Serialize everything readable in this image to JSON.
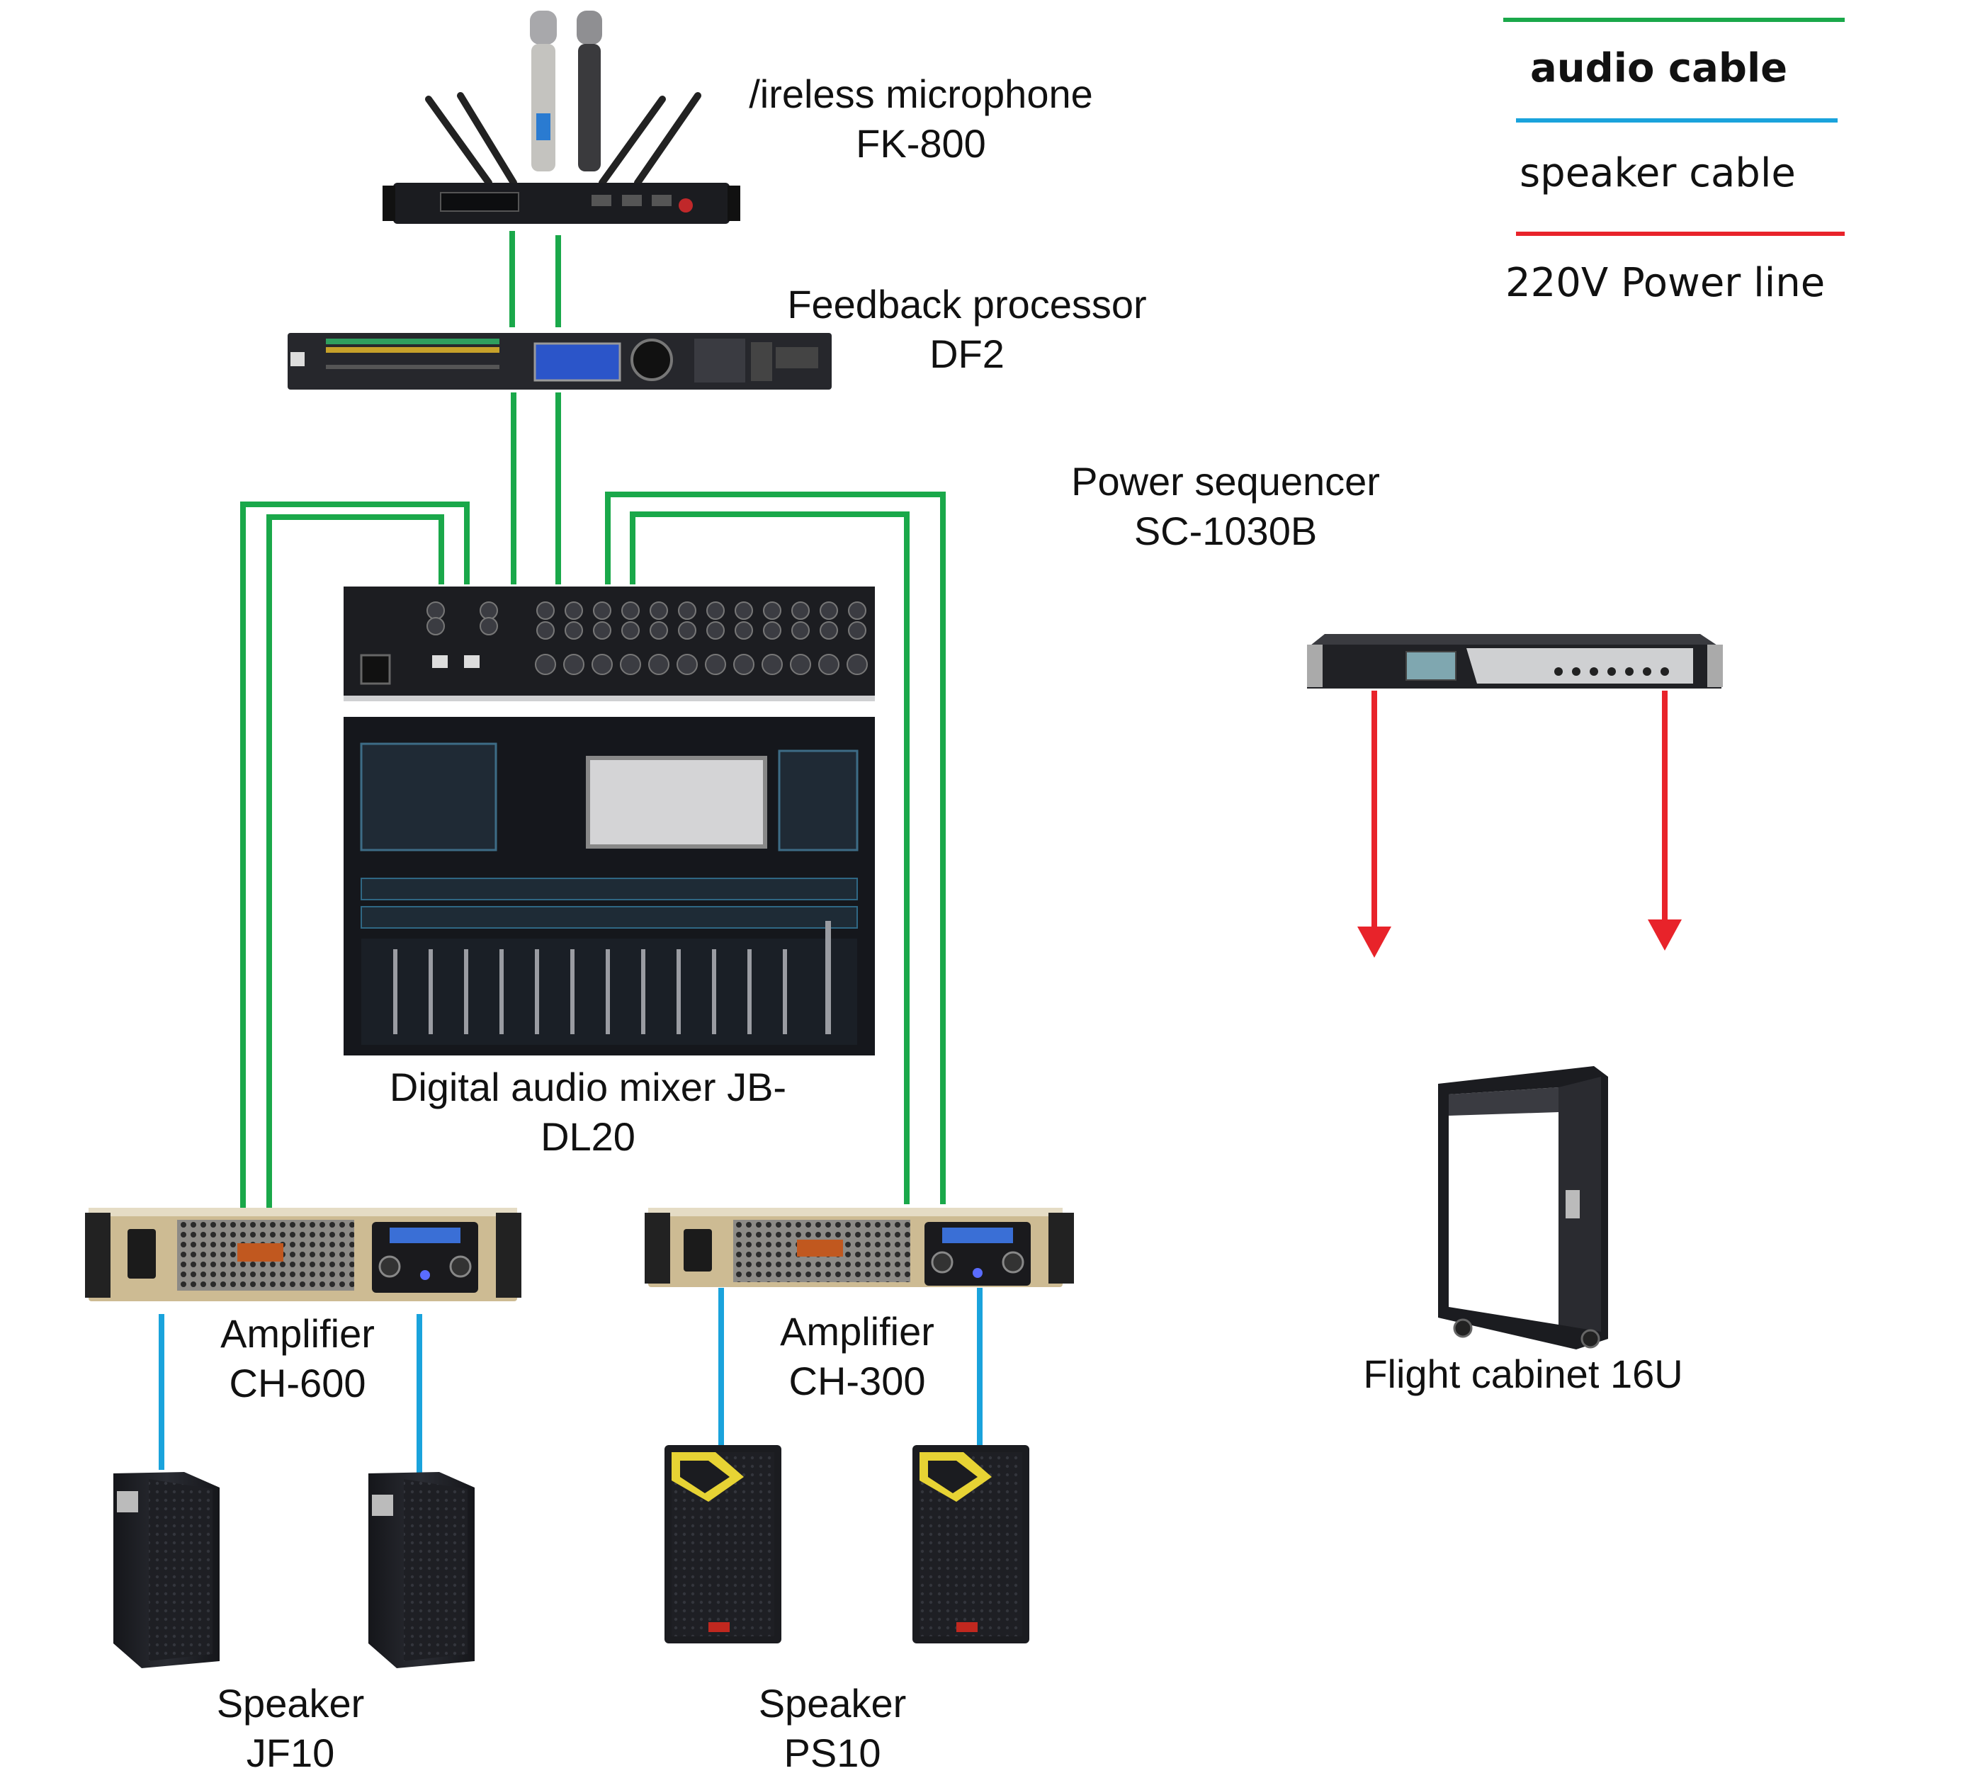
{
  "colors": {
    "audio_cable": "#1aa84a",
    "speaker_cable": "#1aa3dc",
    "power_line": "#e8232a",
    "device_dark": "#1c1d22",
    "amp_gold": "#cdbb93"
  },
  "legend": {
    "audio_cable": "audio cable",
    "speaker_cable": "speaker cable",
    "power_line": "220V Power line"
  },
  "devices": {
    "microphone": {
      "line1": "/ireless microphone",
      "line2": "FK-800",
      "icon": "wireless-microphone-receiver"
    },
    "processor": {
      "line1": "Feedback processor",
      "line2": "DF2",
      "icon": "rack-processor"
    },
    "sequencer": {
      "line1": "Power sequencer",
      "line2": "SC-1030B",
      "icon": "rack-power-sequencer"
    },
    "mixer": {
      "line1": "Digital audio mixer JB-",
      "line2": "DL20",
      "icon": "digital-mixer"
    },
    "amp_left": {
      "line1": "Amplifier",
      "line2": "CH-600",
      "icon": "power-amplifier"
    },
    "amp_right": {
      "line1": "Amplifier",
      "line2": "CH-300",
      "icon": "power-amplifier"
    },
    "speakers_left": {
      "line1": "Speaker",
      "line2": "JF10",
      "icon": "speaker-cabinet"
    },
    "speakers_right": {
      "line1": "Speaker",
      "line2": "PS10",
      "icon": "speaker-cabinet"
    },
    "cabinet": {
      "line1": "Flight cabinet 16U",
      "icon": "flight-case"
    }
  }
}
